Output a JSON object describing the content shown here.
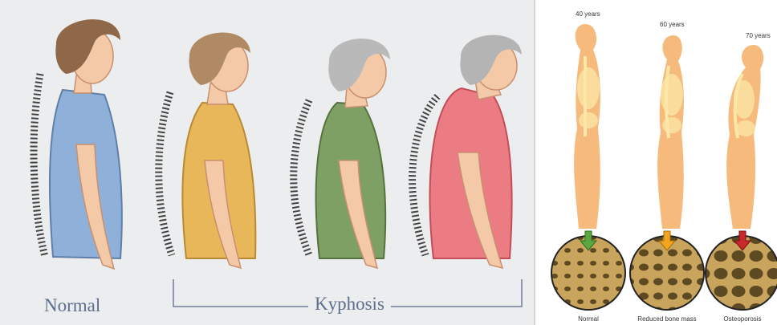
{
  "left_figure": {
    "label_normal": "Normal",
    "label_kyphosis": "Kyphosis",
    "shirt_colors": [
      "#8fb1d9",
      "#e8b75a",
      "#7fa064",
      "#ec7c84"
    ],
    "hair_colors": [
      "#8e6848",
      "#b08a64",
      "#b9b9b9",
      "#b4b4b4"
    ]
  },
  "right_figure": {
    "ages": [
      "40 years",
      "60 years",
      "70 years"
    ],
    "bone_labels": [
      "Normal",
      "Reduced bone mass",
      "Osteoporosis"
    ],
    "arrow_colors": [
      "#5aa842",
      "#f3a51f",
      "#c9282c"
    ],
    "body_color": "#f6bb7c",
    "skeleton_color": "#fbe8a8"
  }
}
